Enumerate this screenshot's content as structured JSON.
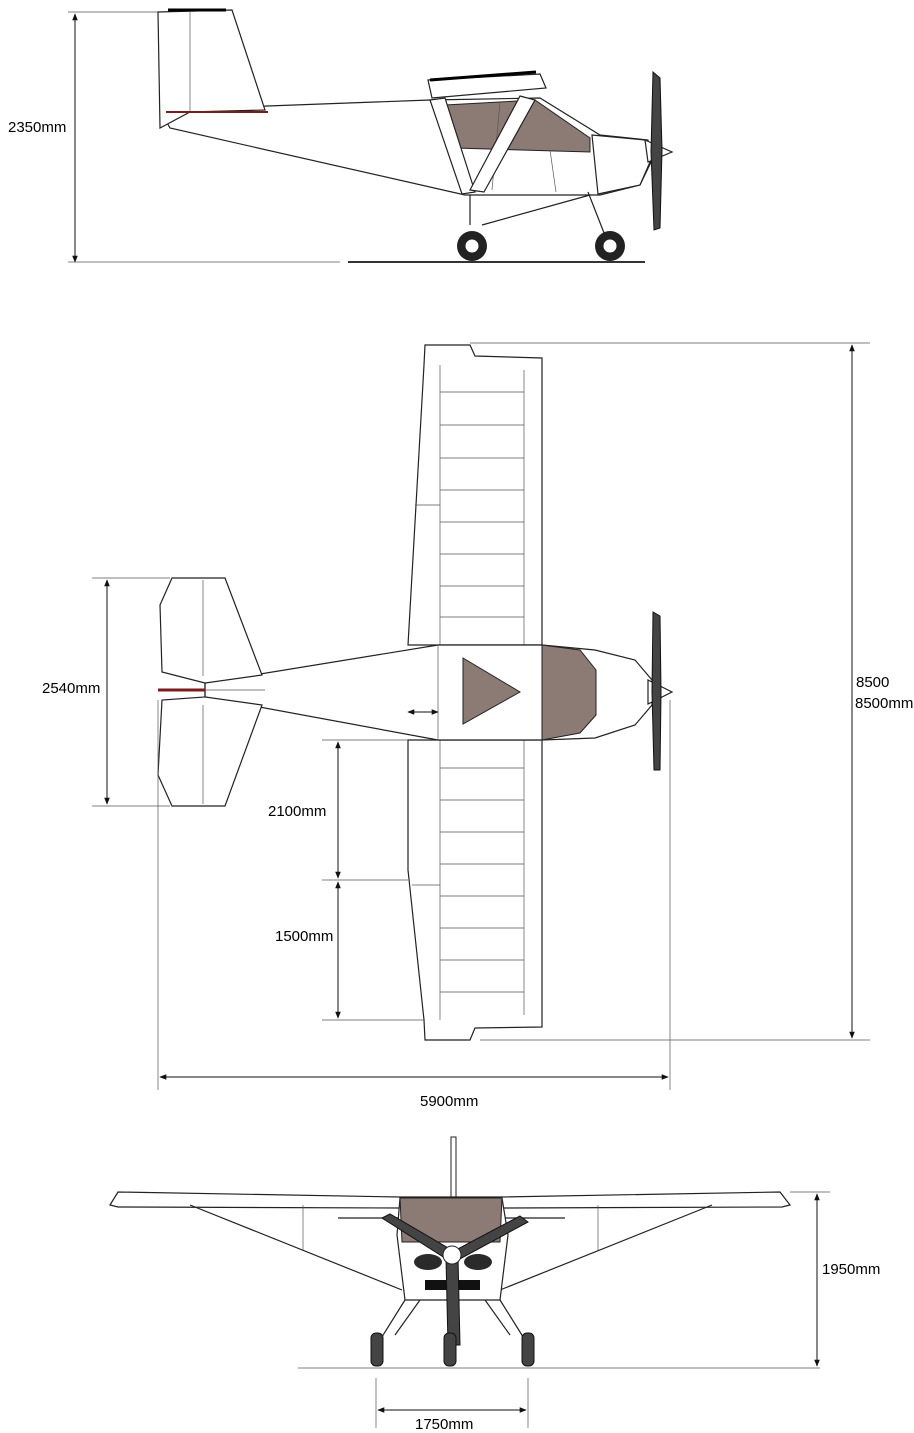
{
  "dimensions": {
    "height_side": "2350mm",
    "tail_span": "2540mm",
    "span_short": "8500",
    "span": "8500mm",
    "inner_section": "2100mm",
    "outer_section": "1500mm",
    "length": "5900mm",
    "height_front": "1950mm",
    "track": "1750mm"
  },
  "colors": {
    "cabin": "#8c7b75",
    "line": "#222222"
  }
}
